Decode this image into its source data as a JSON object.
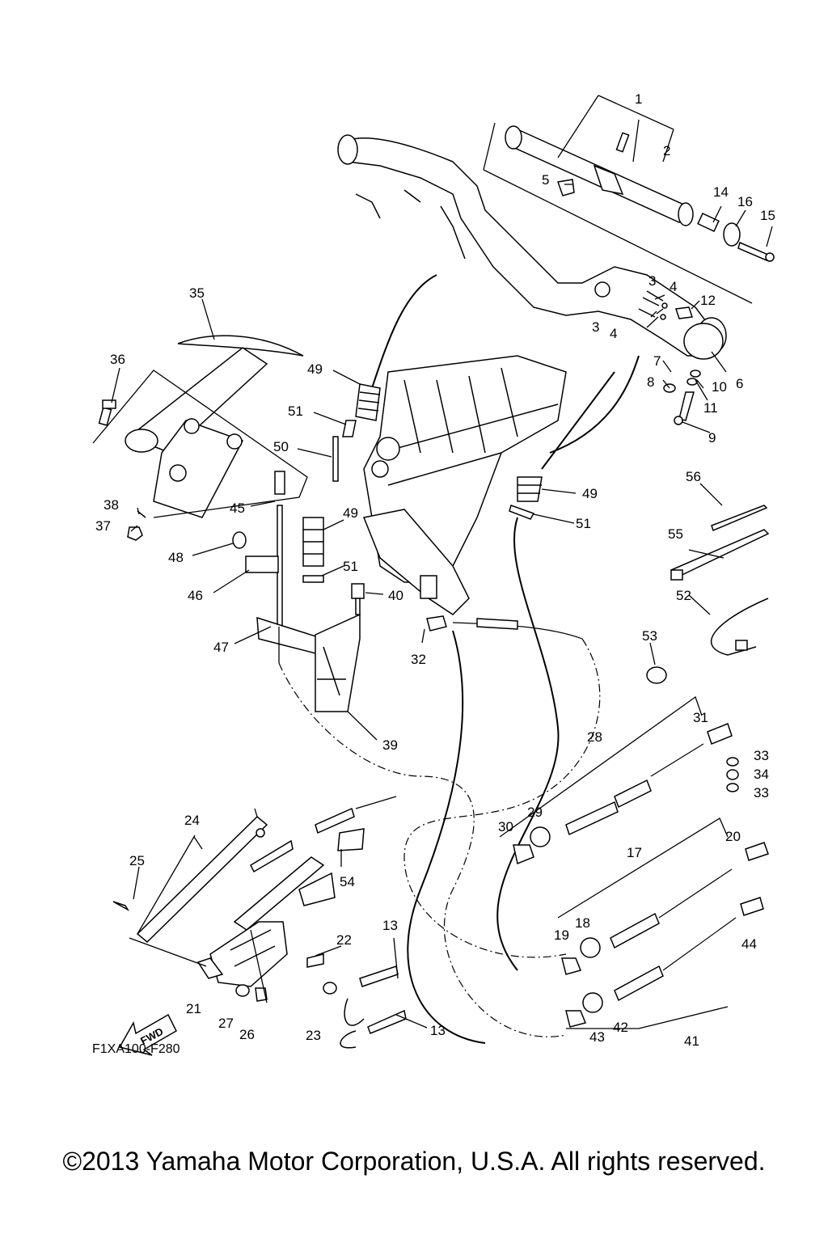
{
  "diagram_code": "F1XA100-F280",
  "fwd_arrow": "FWD",
  "copyright": "©2013 Yamaha Motor Corporation, U.S.A. All rights reserved.",
  "callouts": [
    "1",
    "2",
    "3",
    "3",
    "4",
    "4",
    "5",
    "6",
    "7",
    "8",
    "9",
    "10",
    "11",
    "12",
    "13",
    "13",
    "14",
    "15",
    "16",
    "17",
    "18",
    "19",
    "20",
    "21",
    "22",
    "23",
    "24",
    "25",
    "26",
    "27",
    "28",
    "29",
    "30",
    "31",
    "32",
    "33",
    "33",
    "34",
    "35",
    "36",
    "37",
    "38",
    "39",
    "40",
    "41",
    "42",
    "43",
    "44",
    "45",
    "46",
    "47",
    "48",
    "49",
    "49",
    "49",
    "50",
    "51",
    "51",
    "51",
    "52",
    "53",
    "54",
    "55",
    "56"
  ]
}
